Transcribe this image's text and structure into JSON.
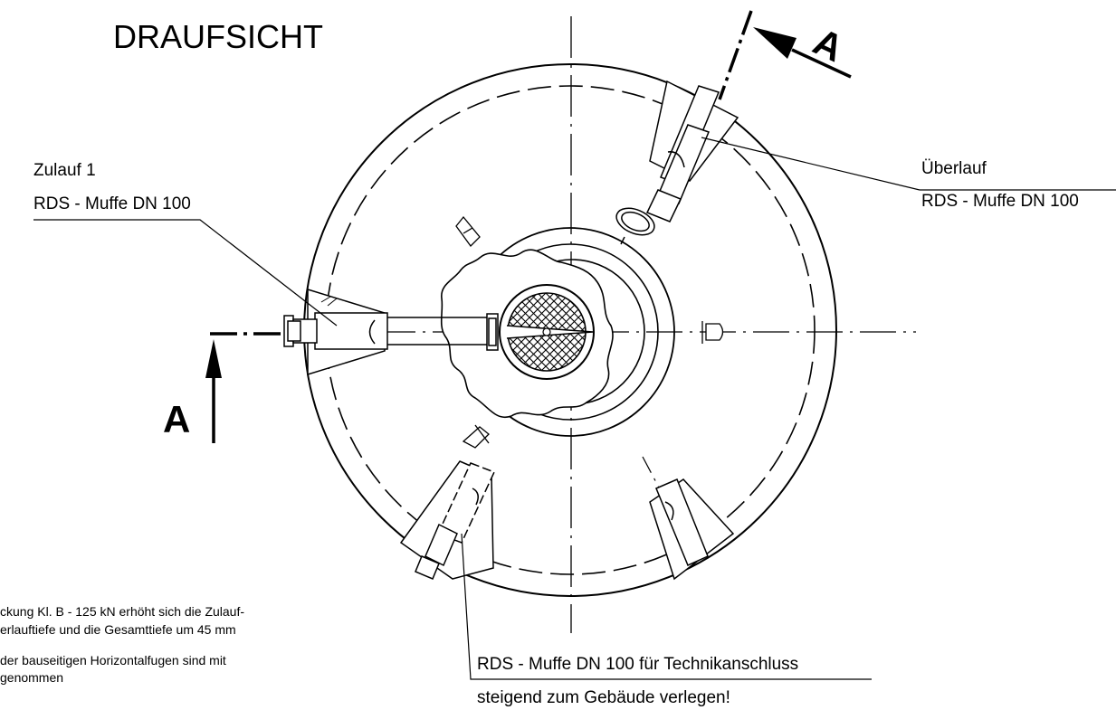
{
  "view": {
    "title": "DRAUFSICHT",
    "section_marker": "A"
  },
  "callouts": {
    "inlet_name": "Zulauf 1",
    "inlet_fitting": "RDS - Muffe DN 100",
    "overflow_name": "Überlauf",
    "overflow_fitting": "RDS - Muffe DN 100",
    "tech_fitting": "RDS - Muffe DN 100 für Technikanschluss",
    "tech_instruction": "steigend zum Gebäude verlegen!"
  },
  "notes": {
    "line1": "ckung Kl. B -  125 kN erhöht sich die Zulauf-",
    "line2": "erlauftiefe  und die Gesamttiefe um 45 mm",
    "line3": " der bauseitigen Horizontalfugen  sind mit",
    "line4": "genommen"
  }
}
